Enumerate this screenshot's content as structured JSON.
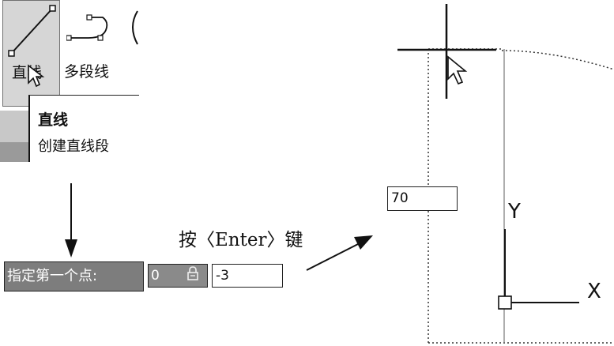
{
  "ribbon": {
    "line_tool_label": "直线",
    "polyline_tool_label": "多段线"
  },
  "tooltip": {
    "title": "直线",
    "description": "创建直线段"
  },
  "instruction": "按〈Enter〉键",
  "command_line": {
    "prompt": "指定第一个点:",
    "field1_value": "0",
    "field2_value": "-3"
  },
  "drawing": {
    "dimension_value": "70",
    "y_axis_label": "Y",
    "x_axis_label": "X"
  },
  "icons": [
    "line-icon",
    "polyline-icon",
    "arc-icon",
    "cursor-arrow-icon",
    "lock-icon",
    "crosshair-cursor",
    "ucs-icon"
  ]
}
